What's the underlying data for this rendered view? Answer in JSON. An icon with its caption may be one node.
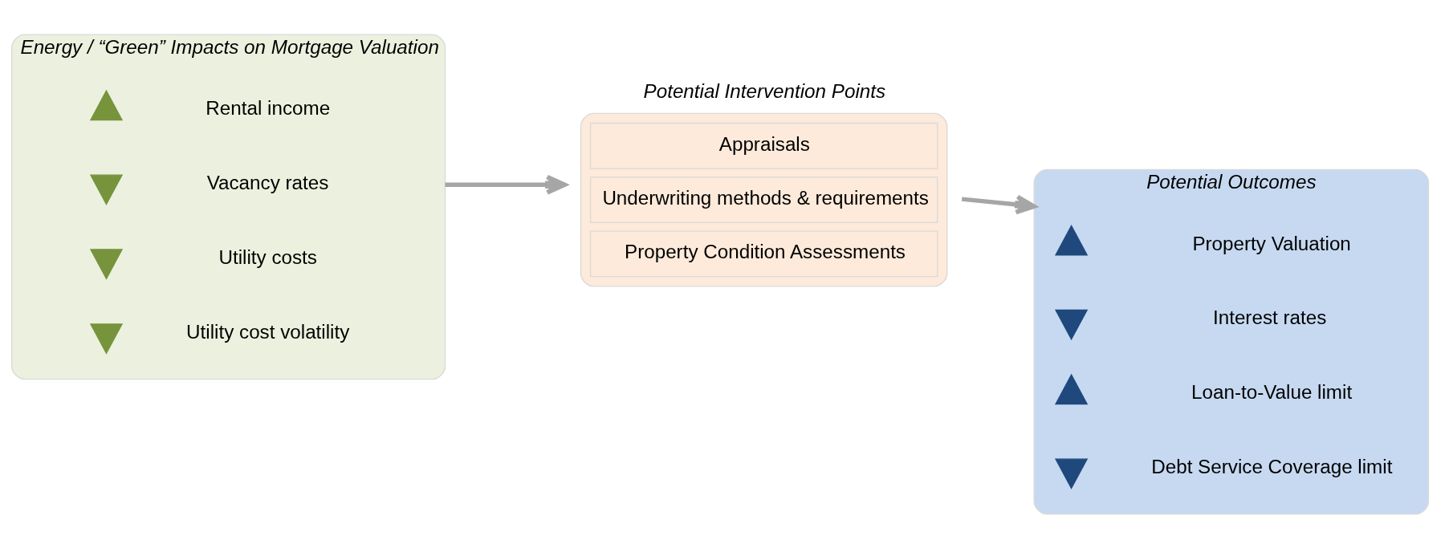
{
  "diagram": {
    "nodes": [
      {
        "text": [
          "Energy / “Green” Impacts on Mortgage Valuation"
        ]
      },
      {
        "text": [],
        "shape": "up-arrow",
        "in": 0
      },
      {
        "text": [
          "Rental income"
        ],
        "in": 0
      },
      {
        "text": [],
        "shape": "down-arrow",
        "in": 0
      },
      {
        "text": [
          "Vacancy rates"
        ],
        "in": 0
      },
      {
        "text": [],
        "shape": "down-arrow",
        "in": 0
      },
      {
        "text": [
          "Utility costs"
        ],
        "in": 0
      },
      {
        "text": [],
        "shape": "down-arrow",
        "in": 0
      },
      {
        "text": [
          "Utility cost volatility"
        ],
        "in": 0
      },
      {
        "text": [
          "Potential Intervention Points",
          "Appraisals",
          "Underwriting methods & requirements",
          "Property Condition Assessments"
        ]
      },
      {
        "text": [
          "Potential Outcomes"
        ]
      },
      {
        "text": [],
        "shape": "up-arrow",
        "in": 10
      },
      {
        "text": [
          "Property Valuation"
        ],
        "in": 10
      },
      {
        "text": [],
        "shape": "down-arrow",
        "in": 10
      },
      {
        "text": [
          "Interest rates"
        ],
        "in": 10
      },
      {
        "text": [],
        "shape": "up-arrow",
        "in": 10
      },
      {
        "text": [
          "Loan-to-Value limit"
        ],
        "in": 10
      },
      {
        "text": [],
        "shape": "down-arrow",
        "in": 10
      },
      {
        "text": [
          "Debt Service Coverage limit"
        ],
        "in": 10
      }
    ],
    "edges": [
      {
        "from": 0,
        "to": 9,
        "arrow": "to"
      },
      {
        "from": 9,
        "to": 10,
        "arrow": "to"
      }
    ]
  }
}
